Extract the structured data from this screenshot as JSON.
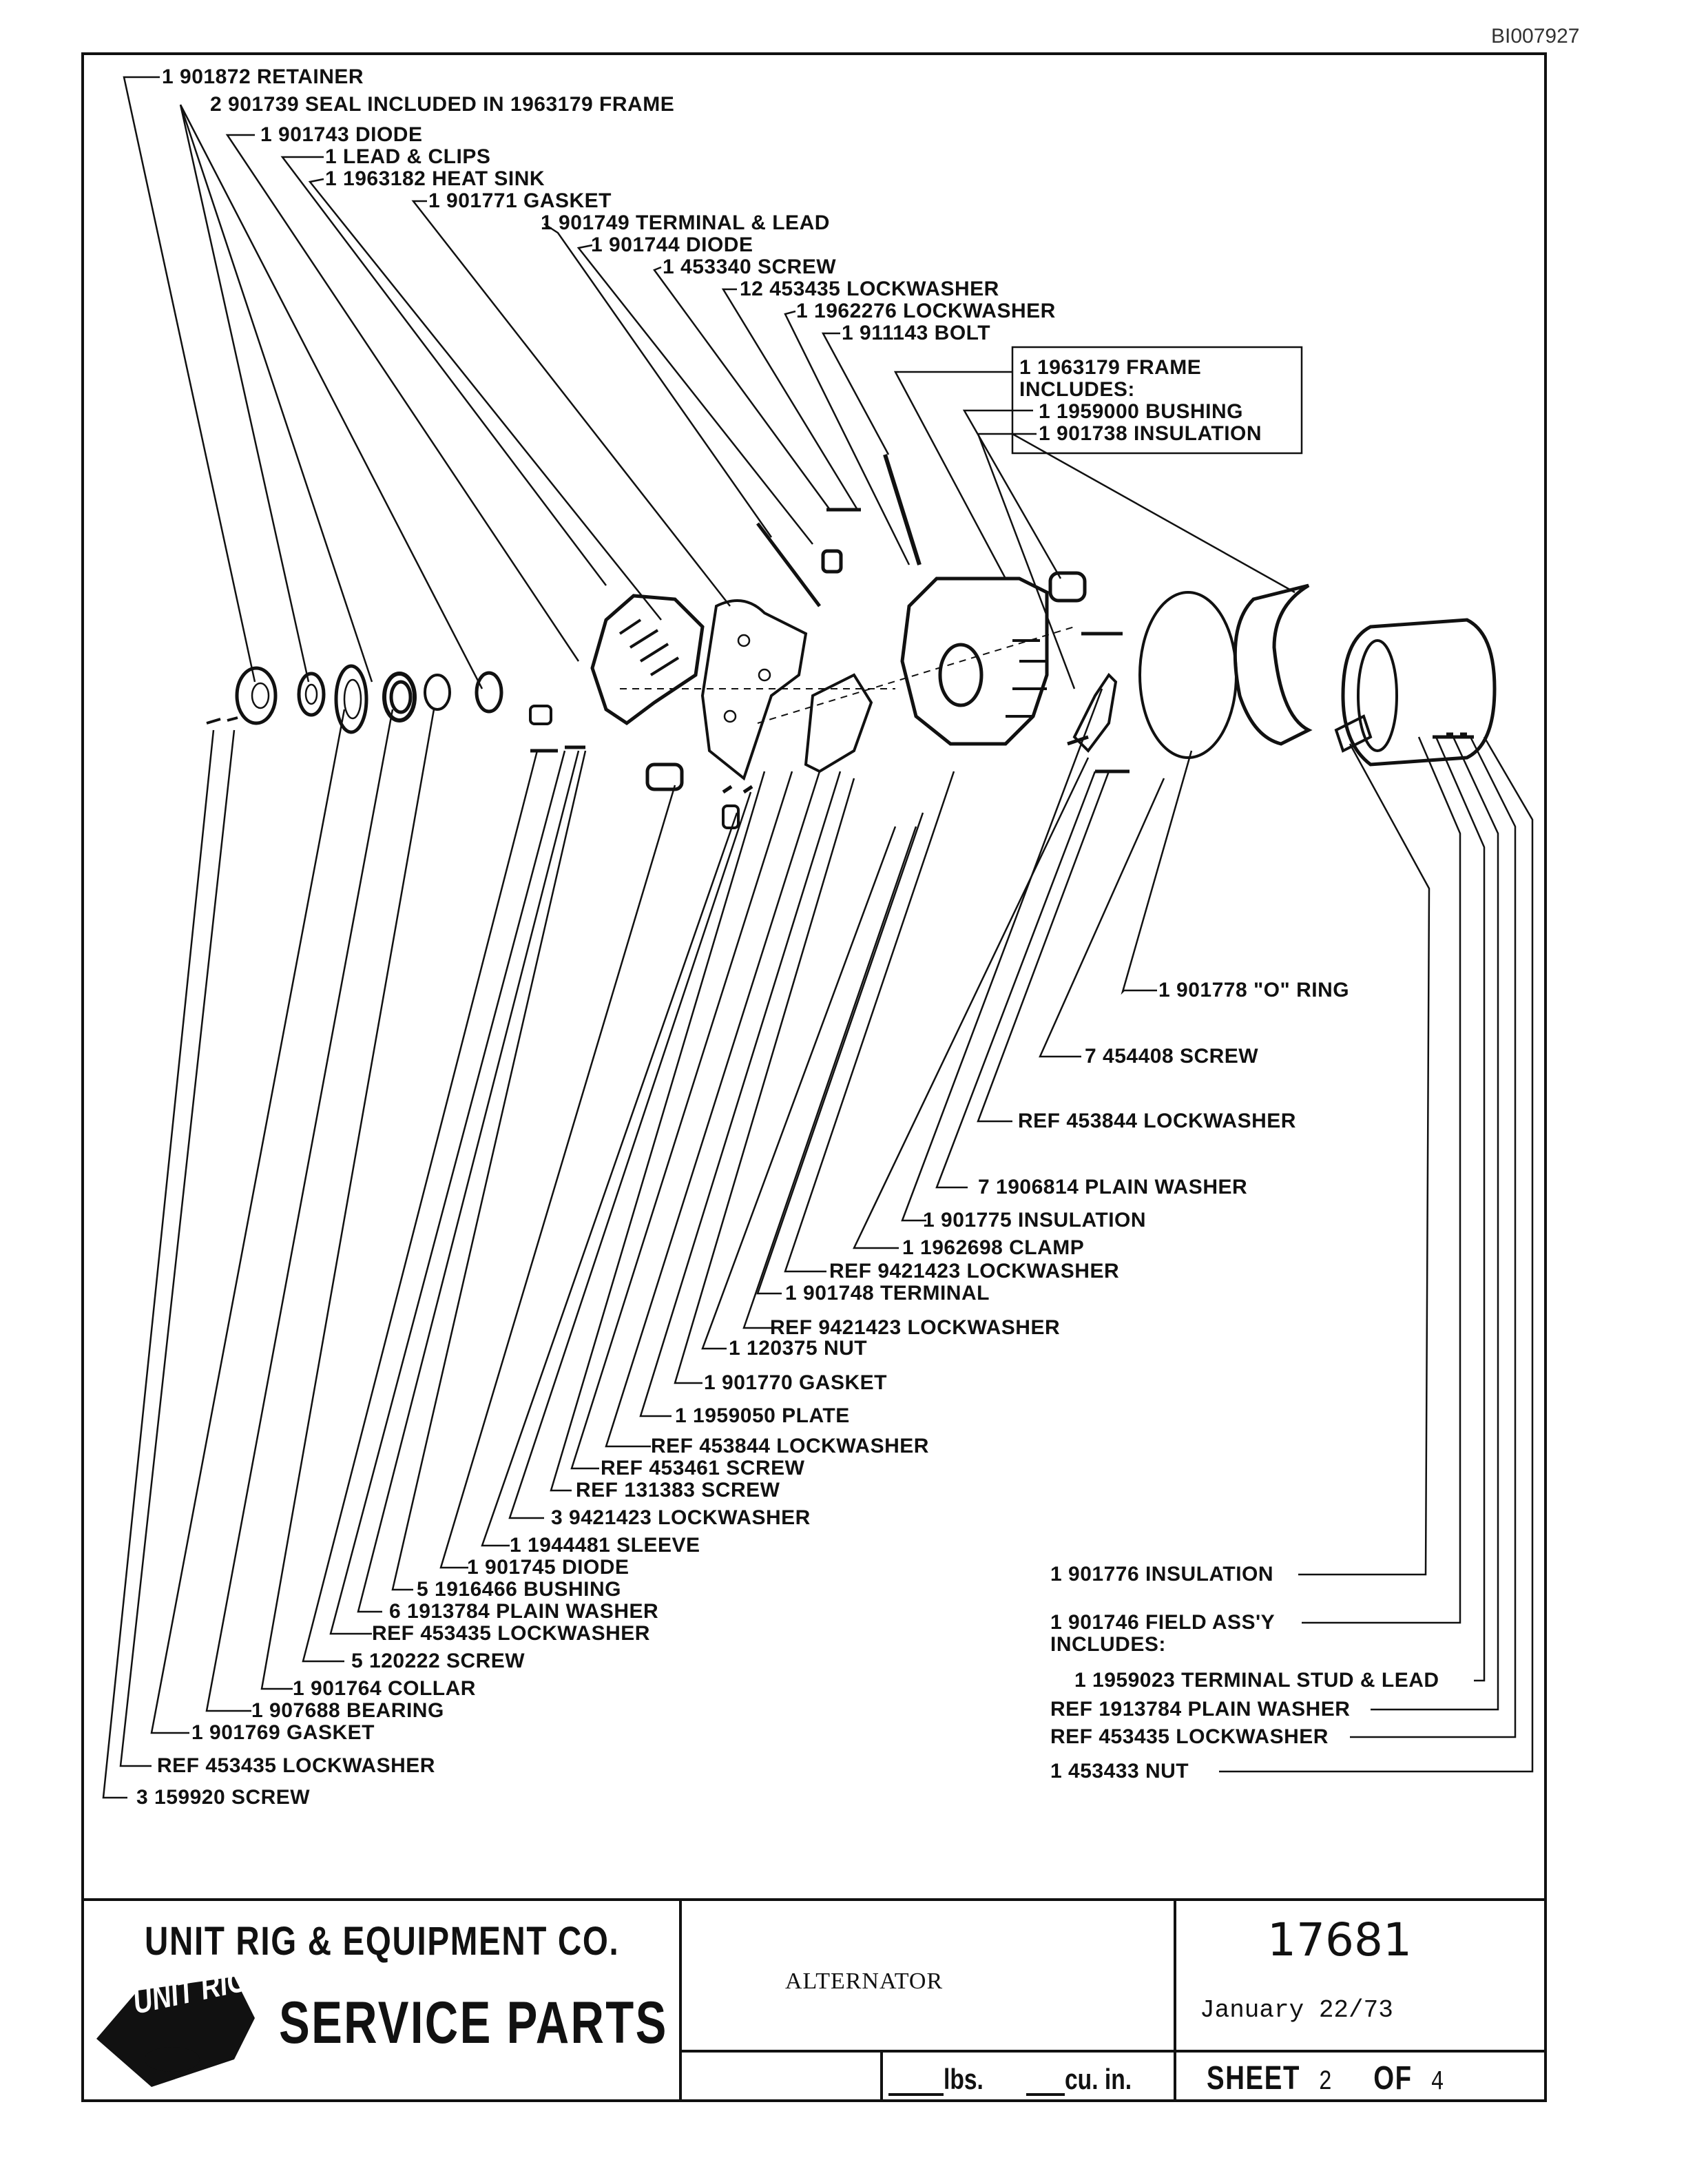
{
  "document_id": "BI007927",
  "callouts_top": [
    "1  901872 RETAINER",
    "2  901739 SEAL INCLUDED IN 1963179 FRAME",
    "1  901743 DIODE",
    "1  LEAD & CLIPS",
    "1  1963182 HEAT SINK",
    "1  901771 GASKET",
    "1  901749 TERMINAL & LEAD",
    "1  901744 DIODE",
    "1  453340 SCREW",
    "12  453435 LOCKWASHER",
    "1  1962276 LOCKWASHER",
    "1  911143 BOLT"
  ],
  "frame_box": {
    "line1": "1  1963179 FRAME",
    "line2": "INCLUDES:",
    "line3": "1  1959000 BUSHING",
    "line4": "1  901738 INSULATION"
  },
  "callouts_right": [
    "1  901778 \"O\" RING",
    "7  454408 SCREW",
    "REF  453844 LOCKWASHER",
    "7  1906814 PLAIN WASHER",
    "1  901775 INSULATION",
    "1  1962698 CLAMP"
  ],
  "callouts_bottom": [
    "REF  9421423 LOCKWASHER",
    "1  901748 TERMINAL",
    "REF  9421423 LOCKWASHER",
    "1  120375 NUT",
    "1  901770 GASKET",
    "1  1959050 PLATE",
    "REF  453844 LOCKWASHER",
    "REF  453461 SCREW",
    "REF  131383 SCREW",
    "3  9421423 LOCKWASHER",
    "1  1944481 SLEEVE",
    "1  901745 DIODE",
    "5  1916466 BUSHING",
    "6  1913784 PLAIN WASHER",
    "REF  453435 LOCKWASHER",
    "5  120222 SCREW",
    "1  901764 COLLAR",
    "1  907688 BEARING",
    "1  901769 GASKET",
    "REF  453435 LOCKWASHER",
    "3  159920 SCREW"
  ],
  "callouts_field": [
    "1  901776 INSULATION",
    "1  901746 FIELD ASS'Y",
    "INCLUDES:",
    "1  1959023 TERMINAL STUD & LEAD",
    "REF  1913784 PLAIN WASHER",
    "REF  453435 LOCKWASHER",
    "1  453433 NUT"
  ],
  "title_block": {
    "company": "UNIT RIG & EQUIPMENT CO.",
    "logo_text": "UNIT RIG",
    "service_parts": "SERVICE PARTS",
    "title": "ALTERNATOR",
    "drawing_number": "17681",
    "date": "January 22/73",
    "lbs_label": "lbs.",
    "cuin_label": "cu. in.",
    "sheet_label": "SHEET",
    "sheet_number": "2",
    "of_label": "OF",
    "sheet_total": "4"
  }
}
